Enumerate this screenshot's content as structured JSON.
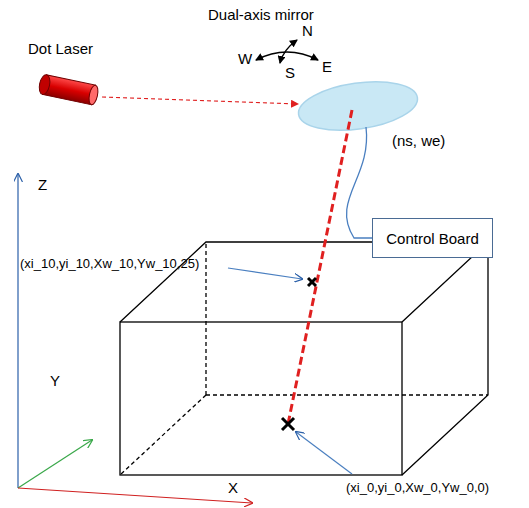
{
  "diagram": {
    "nodes": [
      {
        "text": [
          "Control Board"
        ]
      }
    ],
    "labels": [
      "Dual-axis mirror",
      "N",
      "W",
      "S",
      "E",
      "Dot Laser",
      "(ns, we)",
      "Z",
      "Y",
      "X",
      "(xi_10,yi_10,Xw_10,Yw_10,25)",
      "(xi_0,yi_0,Xw_0,Yw_0,0)"
    ]
  }
}
